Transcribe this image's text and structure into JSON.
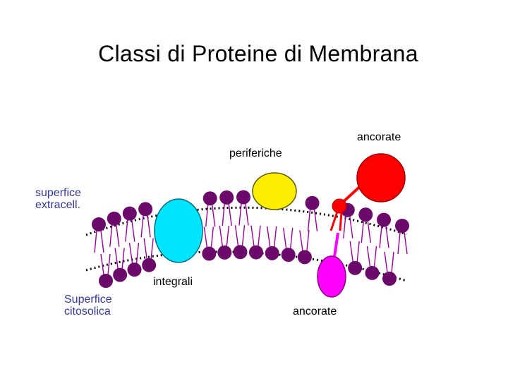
{
  "slide": {
    "title": "Classi di Proteine di Membrana"
  },
  "labels": {
    "anchored_top": "ancorate",
    "peripheral": "periferiche",
    "extracellular_surface": "superfice\nextracell.",
    "integral": "integrali",
    "cytosolic_surface": "Superfice\ncitosolica",
    "anchored_bottom": "ancorate"
  },
  "colors": {
    "phospholipid_head": "#6b0a6b",
    "lipid_tail": "#990099",
    "integral_protein": "#00e5ff",
    "peripheral_protein": "#ffee00",
    "anchored_outer_protein": "#ff0000",
    "anchored_inner_protein": "#ff00ff",
    "surface_label": "#33389b"
  }
}
